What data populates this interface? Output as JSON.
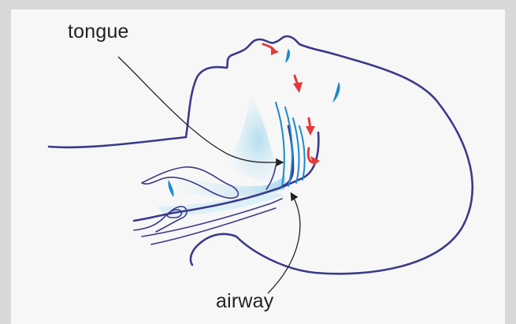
{
  "labels": {
    "tongue": "tongue",
    "airway": "airway"
  },
  "colors": {
    "outline": "#3a3a8c",
    "tongue_line": "#1a8ad0",
    "airway_glow": "#bfe3f3",
    "arrow": "#e33a3a",
    "annotation_line": "#222222",
    "background": "#f7f7f7",
    "frame": "#d8d8d8"
  },
  "icons": {
    "airflow_arrows": "red-airflow-arrow"
  }
}
